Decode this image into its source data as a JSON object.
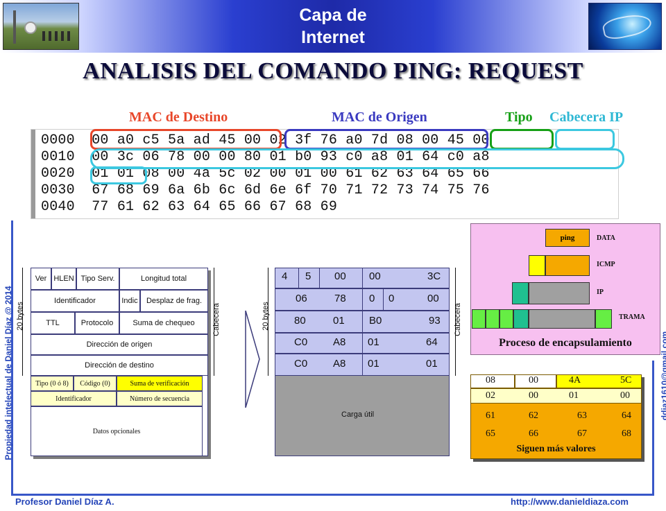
{
  "header": {
    "title_line1": "Capa de",
    "title_line2": "Internet"
  },
  "main_title": "ANALISIS DEL COMANDO PING: REQUEST",
  "field_labels": {
    "mac_destino": "MAC de Destino",
    "mac_origen": "MAC de Origen",
    "tipo": "Tipo",
    "cabecera_ip": "Cabecera IP"
  },
  "hex_dump": [
    {
      "offset": "0000",
      "bytes": "00 a0 c5 5a ad 45 00 02 3f 76 a0 7d 08 00 45 00"
    },
    {
      "offset": "0010",
      "bytes": "00 3c 06 78 00 00 80 01 b0 93 c0 a8 01 64 c0 a8"
    },
    {
      "offset": "0020",
      "bytes": "01 01 08 00 4a 5c 02 00 01 00 61 62 63 64 65 66"
    },
    {
      "offset": "0030",
      "bytes": "67 68 69 6a 6b 6c 6d 6e 6f 70 71 72 73 74 75 76"
    },
    {
      "offset": "0040",
      "bytes": "77 61 62 63 64 65 66 67 68 69"
    }
  ],
  "colors": {
    "mac_destino": "#e8472a",
    "mac_origen": "#3a3ac0",
    "tipo": "#16a016",
    "cabecera_ip": "#3cc8e0",
    "side_text": "#2545b8",
    "ip_rows": "#c3c6f0",
    "icmp_bg": "#f5a800",
    "encap_bg": "#f7c0f0"
  },
  "ip_header_diagram": {
    "size_label": "20 bytes",
    "side_label": "Cabecera",
    "rows": [
      [
        "Ver",
        "HLEN",
        "Tipo Serv.",
        "Longitud total"
      ],
      [
        "Identificador",
        "Indic",
        "Desplaz de frag."
      ],
      [
        "TTL",
        "Protocolo",
        "Suma de chequeo"
      ],
      [
        "Dirección de origen"
      ],
      [
        "Dirección de destino"
      ]
    ],
    "icmp_rows": [
      [
        "Tipo (0 ó 8)",
        "Código (0)",
        "Suma de verificación"
      ],
      [
        "Identificador",
        "Número de secuencia"
      ]
    ],
    "data_label": "Datos opcionales"
  },
  "ip_values_diagram": {
    "size_label": "20 bytes",
    "side_label": "Cabecera",
    "rows": [
      [
        "4",
        "5",
        "00",
        "00",
        "3C"
      ],
      [
        "06",
        "78",
        "0",
        "0",
        "00"
      ],
      [
        "80",
        "01",
        "B0",
        "93"
      ],
      [
        "C0",
        "A8",
        "01",
        "64"
      ],
      [
        "C0",
        "A8",
        "01",
        "01"
      ]
    ],
    "payload_label": "Carga útil"
  },
  "encapsulation": {
    "title": "Proceso de encapsulamiento",
    "ping_label": "ping",
    "layers": [
      "DATA",
      "ICMP",
      "IP",
      "TRAMA"
    ]
  },
  "icmp_values": {
    "rows": [
      [
        "08",
        "00",
        "4A",
        "5C"
      ],
      [
        "02",
        "00",
        "01",
        "00"
      ],
      [
        "61",
        "62",
        "63",
        "64"
      ],
      [
        "65",
        "66",
        "67",
        "68"
      ]
    ],
    "footer": "Siguen más valores"
  },
  "side_texts": {
    "left": "Propiedad intelectual de Daniel Díaz @ 2014",
    "right": "ddiaz1610@gmail.com"
  },
  "footer": {
    "author": "Profesor Daniel Díaz A.",
    "url": "http://www.danieldiaza.com"
  }
}
